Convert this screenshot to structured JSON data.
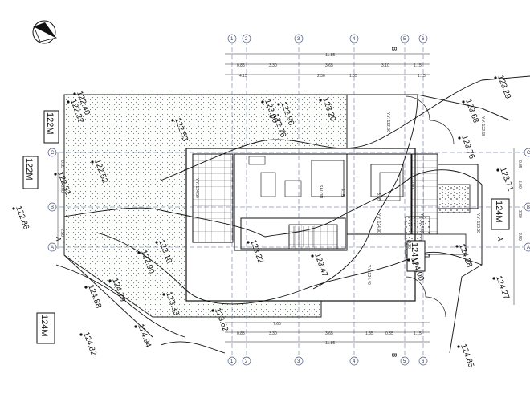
{
  "contour_tags": [
    {
      "id": "c122a",
      "text": "122M"
    },
    {
      "id": "c122b",
      "text": "122M"
    },
    {
      "id": "c124a",
      "text": "124M"
    },
    {
      "id": "c124b",
      "text": "124M"
    },
    {
      "id": "c124c",
      "text": "124M"
    }
  ],
  "spot_levels": [
    {
      "id": "l1",
      "text": "122.53"
    },
    {
      "id": "l2",
      "text": "123.00"
    },
    {
      "id": "l3",
      "text": "122.96"
    },
    {
      "id": "l4",
      "text": "122.76"
    },
    {
      "id": "l5",
      "text": "123.20"
    },
    {
      "id": "l6",
      "text": "123.29"
    },
    {
      "id": "l7",
      "text": "123.68"
    },
    {
      "id": "l8",
      "text": "123.76"
    },
    {
      "id": "l9",
      "text": "123.71"
    },
    {
      "id": "l10",
      "text": "122.32"
    },
    {
      "id": "l11",
      "text": "122.40"
    },
    {
      "id": "l12",
      "text": "122.31"
    },
    {
      "id": "l13",
      "text": "122.86"
    },
    {
      "id": "l14",
      "text": "122.52"
    },
    {
      "id": "l15",
      "text": "123.10"
    },
    {
      "id": "l16",
      "text": "122.90"
    },
    {
      "id": "l17",
      "text": "123.22"
    },
    {
      "id": "l18",
      "text": "123.47"
    },
    {
      "id": "l19",
      "text": "124.28"
    },
    {
      "id": "l20",
      "text": "124.00"
    },
    {
      "id": "l21",
      "text": "124.27"
    },
    {
      "id": "l22",
      "text": "124.79"
    },
    {
      "id": "l23",
      "text": "124.88"
    },
    {
      "id": "l24",
      "text": "123.33"
    },
    {
      "id": "l25",
      "text": "123.62"
    },
    {
      "id": "l26",
      "text": "124.94"
    },
    {
      "id": "l27",
      "text": "124.82"
    },
    {
      "id": "l28",
      "text": "124.85"
    }
  ],
  "grid_axes": [
    "1",
    "2",
    "3",
    "4",
    "5",
    "6"
  ],
  "grid_rows": [
    "A",
    "B",
    "C"
  ],
  "section_marks": [
    "B",
    "B",
    "A",
    "A"
  ],
  "dims_top_row1": [
    "0.85",
    "3.30",
    "3.65",
    "3.10",
    "1.15"
  ],
  "dims_top_row2": [
    "4.15",
    "2.30",
    "1.85",
    "1.15"
  ],
  "dims_top_total": "11.85",
  "dims_bottom_row1": [
    "0.85",
    "3.30",
    "3.65",
    "1.85",
    "0.85",
    "1.15"
  ],
  "dims_bottom_row2": [
    "7.65"
  ],
  "dims_bottom_total": "11.85",
  "dims_right": [
    "0.85",
    "5.00",
    "3.30",
    "2.50"
  ],
  "dims_left": [
    "0.85",
    "3.00",
    "2.50"
  ],
  "room_labels": [
    "SALON",
    "4.15",
    "3.00",
    "0.90",
    "3.20"
  ],
  "level_notes": [
    "Y.Y. 122.66",
    "Y.Y. 124.50",
    "Y.Y. 124.90",
    "Y.Y. 124.50",
    "Y.Y. 123.60",
    "Y.Y. 124.40",
    "Y.Y. 122.68"
  ],
  "colors": {
    "line": "#1a1a1a",
    "grid_axis": "#4a5a8a",
    "hatch": "#9a9a9a",
    "dots": "#6f7f6f"
  }
}
